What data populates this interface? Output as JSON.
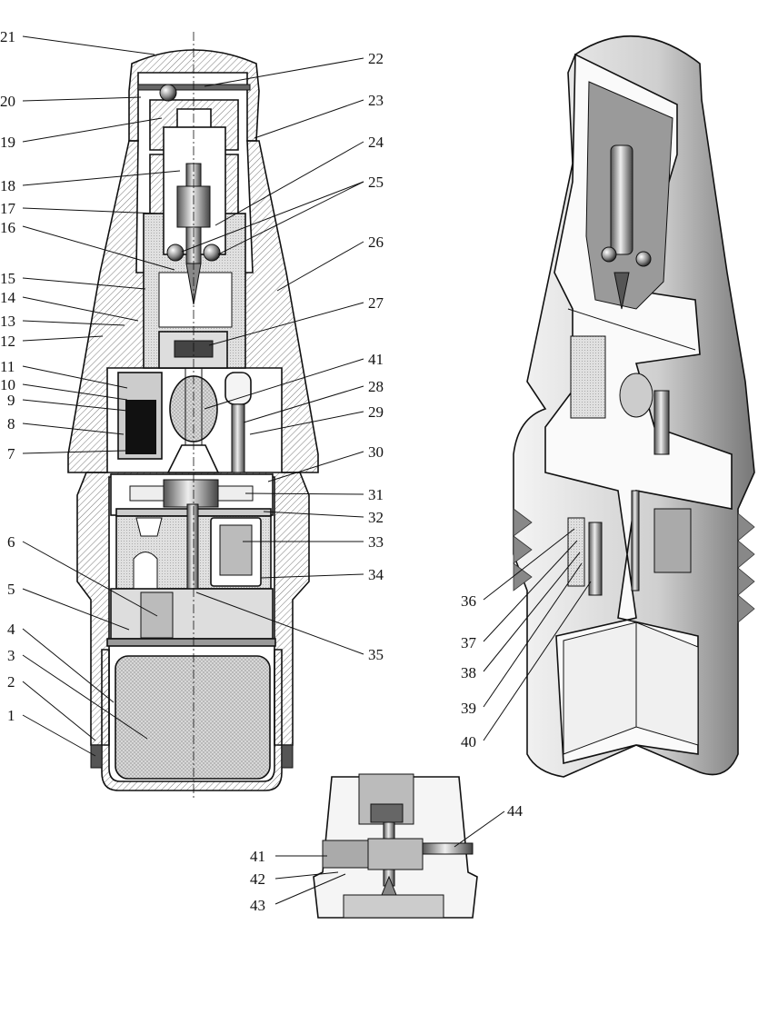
{
  "figure": {
    "views": [
      {
        "id": "section",
        "description": "Axial cross-section view"
      },
      {
        "id": "cutaway",
        "description": "3D cutaway perspective view"
      },
      {
        "id": "detail",
        "description": "Detail view of safety pin assembly"
      }
    ],
    "labels_left": [
      "21",
      "20",
      "19",
      "18",
      "17",
      "16",
      "15",
      "14",
      "13",
      "12",
      "11",
      "10",
      "9",
      "8",
      "7",
      "6",
      "5",
      "4",
      "3",
      "2",
      "1"
    ],
    "labels_right": [
      "22",
      "23",
      "24",
      "25",
      "26",
      "27",
      "41",
      "28",
      "29",
      "30",
      "31",
      "32",
      "33",
      "34",
      "35"
    ],
    "labels_cutaway": [
      "36",
      "37",
      "38",
      "39",
      "40"
    ],
    "labels_detail": [
      "41",
      "42",
      "43",
      "44"
    ]
  }
}
